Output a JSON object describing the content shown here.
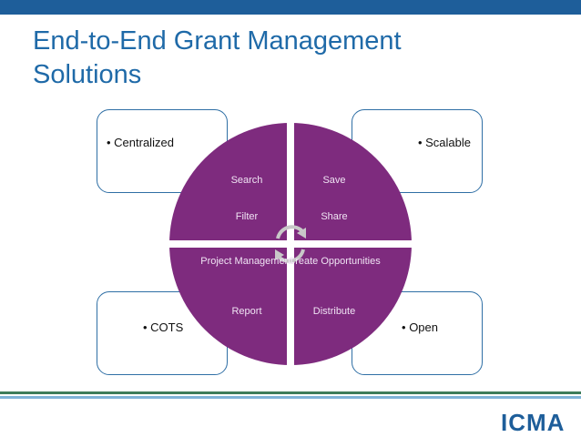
{
  "slide": {
    "title_line1": "End-to-End Grant Management",
    "title_line2": "Solutions"
  },
  "boxes": {
    "top_left": "• Centralized",
    "top_right": "• Scalable",
    "bottom_left": "• COTS",
    "bottom_right": "• Open"
  },
  "wheel": {
    "top_left": [
      "Search",
      "Filter"
    ],
    "top_right": [
      "Save",
      "Share"
    ],
    "bottom_left": [
      "Project Management",
      "Report"
    ],
    "bottom_right": [
      "Create Opportunities",
      "Distribute"
    ]
  },
  "footer": {
    "logo": "ICMA"
  },
  "colors": {
    "title": "#1f6aa8",
    "wheel_fill": "#7e2b7e",
    "box_border": "#2f6fa5",
    "bar": "#1e5e9a",
    "arrows": "#c8c8c8"
  }
}
